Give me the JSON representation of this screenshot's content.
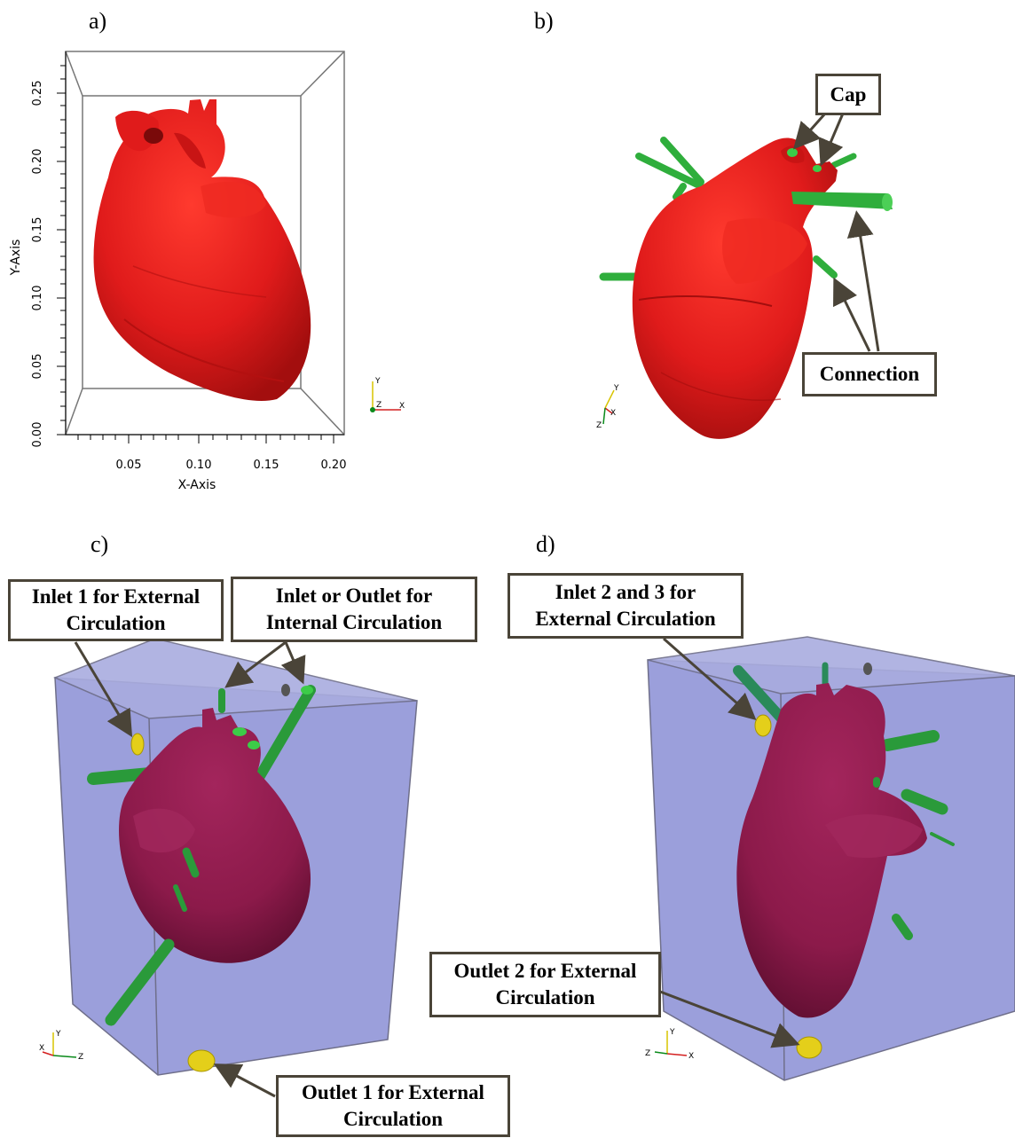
{
  "panels": {
    "a": {
      "label": "a)",
      "x_axis_title": "X-Axis",
      "y_axis_title": "Y-Axis",
      "x_ticks": [
        "0.05",
        "0.10",
        "0.15",
        "0.20"
      ],
      "y_ticks": [
        "0.00",
        "0.05",
        "0.10",
        "0.15",
        "0.20",
        "0.25"
      ]
    },
    "b": {
      "label": "b)"
    },
    "c": {
      "label": "c)"
    },
    "d": {
      "label": "d)"
    }
  },
  "callouts": {
    "cap": "Cap",
    "connection": "Connection",
    "inlet1_line1": "Inlet 1 for External",
    "inlet1_line2": "Circulation",
    "internal_line1": "Inlet or Outlet for",
    "internal_line2": "Internal Circulation",
    "outlet1_line1": "Outlet 1 for External",
    "outlet1_line2": "Circulation",
    "inlet23_line1": "Inlet 2 and 3 for",
    "inlet23_line2": "External Circulation",
    "outlet2_line1": "Outlet 2 for External",
    "outlet2_line2": "Circulation"
  },
  "orientation_triads": {
    "a": {
      "up": "Y",
      "right": "X",
      "center": "Z"
    },
    "b": {
      "up": "Y",
      "right": "X",
      "center": "Z"
    },
    "c": {
      "up": "Y",
      "right": "Z",
      "left": "X"
    },
    "d": {
      "up": "Y",
      "right": "X",
      "left": "Z"
    }
  },
  "colors": {
    "heart_red": "#e01b1b",
    "heart_maroon": "#8c1a4a",
    "tube_green": "#2fae3c",
    "box_fill": "#9b9fdb",
    "yellow_port": "#e4cf1a",
    "arrow": "#4a4438"
  }
}
